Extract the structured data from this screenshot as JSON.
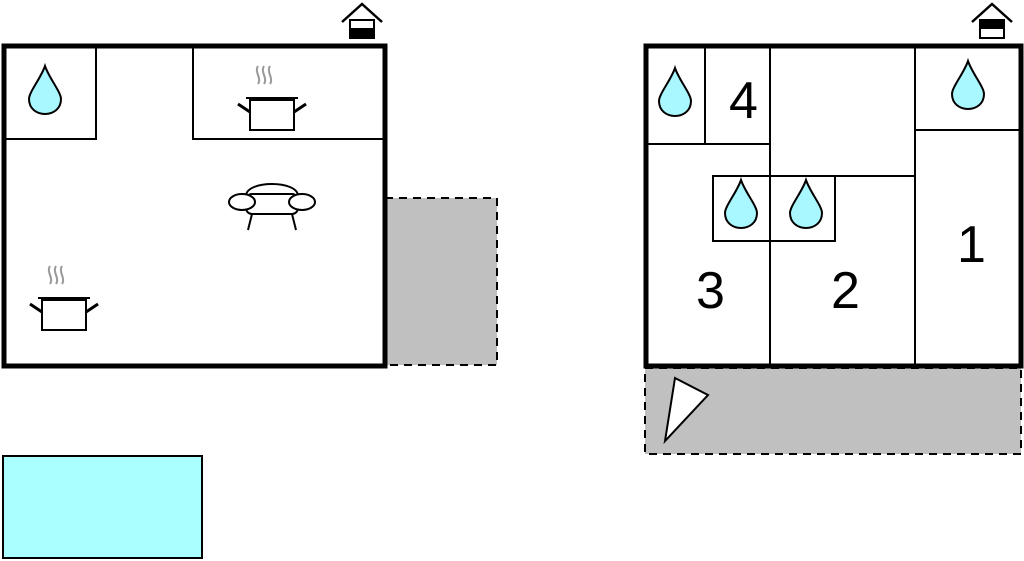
{
  "floors": [
    {
      "id": "ground-floor",
      "floor_indicator_icon": "house-level-ground-icon",
      "rooms": [
        {
          "id": "bathroom",
          "icon": "water-drop-icon"
        },
        {
          "id": "kitchen-upper",
          "icon": "cooking-pot-icon"
        },
        {
          "id": "living-room",
          "icons": [
            "sofa-icon",
            "cooking-pot-icon"
          ]
        }
      ],
      "outdoor": [
        "terrace"
      ],
      "extras": [
        "pool"
      ]
    },
    {
      "id": "upper-floor",
      "floor_indicator_icon": "house-level-upper-icon",
      "bedroom_labels": [
        "1",
        "2",
        "3",
        "4"
      ],
      "rooms": [
        {
          "id": "bathroom-a",
          "icon": "water-drop-icon"
        },
        {
          "id": "bedroom-4",
          "label_ref": "4"
        },
        {
          "id": "bathroom-b",
          "icon": "water-drop-icon"
        },
        {
          "id": "shower-pair",
          "icons": [
            "water-drop-icon",
            "water-drop-icon"
          ]
        },
        {
          "id": "bedroom-3",
          "label_ref": "3"
        },
        {
          "id": "bedroom-2",
          "label_ref": "2"
        },
        {
          "id": "bedroom-1",
          "label_ref": "1"
        }
      ],
      "outdoor": [
        "balcony"
      ],
      "extras": [
        "compass-pointer"
      ]
    }
  ],
  "colors": {
    "wall": "#000000",
    "water": "#aaf8ff",
    "pool": "#aaffff",
    "terrace": "#c0c0c0",
    "steam": "#9a9a9a"
  }
}
